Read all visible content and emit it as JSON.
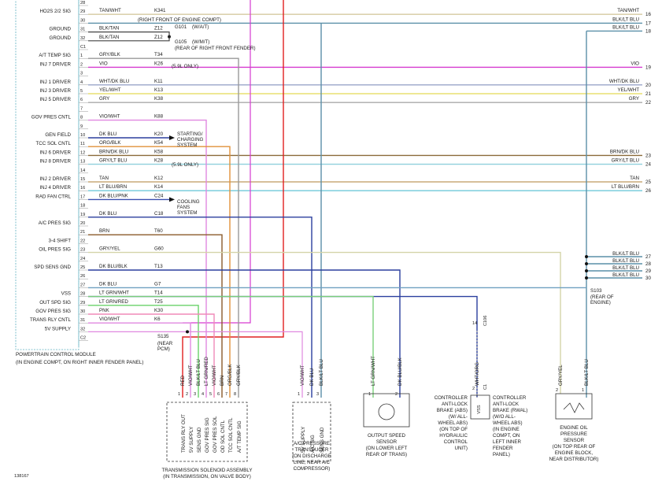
{
  "pcm": {
    "rows": [
      {
        "pin": "28",
        "label": "",
        "color": "",
        "circuit": "",
        "note": "",
        "end": "",
        "stroke": ""
      },
      {
        "pin": "29",
        "label": "HO2S 2/2 SIG",
        "color": "TAN/WHT",
        "circuit": "K341",
        "note": "(RIGHT FRONT OF ENGINE COMPT)",
        "end": "TAN/WHT",
        "endpin": "16",
        "stroke": "#d4c9a1"
      },
      {
        "pin": "30",
        "label": "",
        "color": "",
        "circuit": "",
        "note": "",
        "end": "BLK/LT BLU",
        "endpin": "17",
        "stroke": "#5a8fa8"
      },
      {
        "pin": "31",
        "label": "GROUND",
        "color": "BLK/TAN",
        "circuit": "Z12",
        "note": "",
        "end": "",
        "stroke": ""
      },
      {
        "pin": "32",
        "label": "GROUND",
        "color": "BLK/TAN",
        "circuit": "Z12",
        "note": "",
        "end": "",
        "stroke": ""
      },
      {
        "pin": "C1",
        "label": "",
        "color": "",
        "circuit": "",
        "note": "",
        "end": "",
        "stroke": ""
      },
      {
        "pin": "1",
        "label": "A/T TEMP SIG",
        "color": "GRY/BLK",
        "circuit": "T34",
        "note": "",
        "end": "",
        "stroke": "#9a9a9a"
      },
      {
        "pin": "2",
        "label": "INJ 7 DRIVER",
        "color": "VIO",
        "circuit": "K26",
        "note": "(5.9L ONLY)",
        "end": "VIO",
        "endpin": "19",
        "stroke": "#d63ad0"
      },
      {
        "pin": "3",
        "label": "",
        "color": "",
        "circuit": "",
        "note": "",
        "end": "",
        "stroke": ""
      },
      {
        "pin": "4",
        "label": "INJ 1 DRIVER",
        "color": "WHT/DK BLU",
        "circuit": "K11",
        "note": "",
        "end": "WHT/DK BLU",
        "endpin": "20",
        "stroke": "#9aa6c8"
      },
      {
        "pin": "5",
        "label": "INJ 3 DRIVER",
        "color": "YEL/WHT",
        "circuit": "K13",
        "note": "",
        "end": "YEL/WHT",
        "endpin": "21",
        "stroke": "#e8e070"
      },
      {
        "pin": "6",
        "label": "INJ 5 DRIVER",
        "color": "GRY",
        "circuit": "K38",
        "note": "",
        "end": "GRY",
        "endpin": "22",
        "stroke": "#aaaaaa"
      },
      {
        "pin": "7",
        "label": "",
        "color": "",
        "circuit": "",
        "note": "",
        "end": "",
        "stroke": ""
      },
      {
        "pin": "8",
        "label": "GOV PRES CNTL",
        "color": "VIO/WHT",
        "circuit": "K88",
        "note": "",
        "end": "",
        "stroke": "#e088e0"
      },
      {
        "pin": "9",
        "label": "",
        "color": "",
        "circuit": "",
        "note": "",
        "end": "",
        "stroke": ""
      },
      {
        "pin": "10",
        "label": "GEN FIELD",
        "color": "DK BLU",
        "circuit": "K20",
        "note": "",
        "end": "",
        "stroke": "#2b3f9e"
      },
      {
        "pin": "11",
        "label": "TCC SOL CNTL",
        "color": "ORG/BLK",
        "circuit": "K54",
        "note": "",
        "end": "",
        "stroke": "#e0913a"
      },
      {
        "pin": "12",
        "label": "INJ 6 DRIVER",
        "color": "BRN/DK BLU",
        "circuit": "K58",
        "note": "",
        "end": "BRN/DK BLU",
        "endpin": "23",
        "stroke": "#8a6a3a"
      },
      {
        "pin": "13",
        "label": "INJ 8 DRIVER",
        "color": "GRY/LT BLU",
        "circuit": "K28",
        "note": "(5.9L ONLY)",
        "end": "GRY/LT BLU",
        "endpin": "24",
        "stroke": "#8fd0dc"
      },
      {
        "pin": "14",
        "label": "",
        "color": "",
        "circuit": "",
        "note": "",
        "end": "",
        "stroke": ""
      },
      {
        "pin": "15",
        "label": "INJ 2 DRIVER",
        "color": "TAN",
        "circuit": "K12",
        "note": "",
        "end": "TAN",
        "endpin": "25",
        "stroke": "#c8aa78"
      },
      {
        "pin": "16",
        "label": "INJ 4 DRIVER",
        "color": "LT BLU/BRN",
        "circuit": "K14",
        "note": "",
        "end": "LT BLU/BRN",
        "endpin": "26",
        "stroke": "#6fc8d8"
      },
      {
        "pin": "17",
        "label": "RAD FAN CTRL",
        "color": "DK BLU/PNK",
        "circuit": "C24",
        "note": "",
        "end": "",
        "stroke": "#3b4fb0"
      },
      {
        "pin": "18",
        "label": "",
        "color": "",
        "circuit": "",
        "note": "",
        "end": "",
        "stroke": ""
      },
      {
        "pin": "19",
        "label": "",
        "color": "DK BLU",
        "circuit": "C18",
        "note": "",
        "end": "",
        "stroke": "#2b3f9e"
      },
      {
        "pin": "20",
        "label": "A/C PRES SIG",
        "color": "",
        "circuit": "",
        "note": "",
        "end": "",
        "stroke": "#2b3f9e"
      },
      {
        "pin": "21",
        "label": "",
        "color": "BRN",
        "circuit": "T60",
        "note": "",
        "end": "",
        "stroke": "#8a5a2a"
      },
      {
        "pin": "22",
        "label": "3-4 SHIFT",
        "color": "",
        "circuit": "",
        "note": "",
        "end": "",
        "stroke": ""
      },
      {
        "pin": "23",
        "label": "OIL PRES SIG",
        "color": "GRY/YEL",
        "circuit": "G60",
        "note": "",
        "end": "",
        "stroke": "#d4d4a8"
      },
      {
        "pin": "24",
        "label": "",
        "color": "",
        "circuit": "",
        "note": "",
        "end": "",
        "stroke": ""
      },
      {
        "pin": "25",
        "label": "SPD SENS GND",
        "color": "DK BLU/BLK",
        "circuit": "T13",
        "note": "",
        "end": "",
        "stroke": "#2b3f9e"
      },
      {
        "pin": "26",
        "label": "",
        "color": "",
        "circuit": "",
        "note": "",
        "end": "",
        "stroke": ""
      },
      {
        "pin": "27",
        "label": "",
        "color": "DK BLU",
        "circuit": "G7",
        "note": "",
        "end": "",
        "stroke": "#2b3f9e"
      },
      {
        "pin": "28",
        "label": "VSS",
        "color": "LT GRN/WHT",
        "circuit": "T14",
        "note": "",
        "end": "",
        "stroke": "#7ad07a"
      },
      {
        "pin": "29",
        "label": "OUT SPD SIG",
        "color": "LT GRN/RED",
        "circuit": "T25",
        "note": "",
        "end": "",
        "stroke": "#6ad26a"
      },
      {
        "pin": "30",
        "label": "GOV PRES SIG",
        "color": "PNK",
        "circuit": "K30",
        "note": "",
        "end": "",
        "stroke": "#f08ab8"
      },
      {
        "pin": "31",
        "label": "TRANS RLY CNTL",
        "color": "VIO/WHT",
        "circuit": "K6",
        "note": "",
        "end": "",
        "stroke": "#e088e0"
      },
      {
        "pin": "32",
        "label": "5V SUPPLY",
        "color": "",
        "circuit": "",
        "note": "",
        "end": "",
        "stroke": ""
      },
      {
        "pin": "C2",
        "label": "",
        "color": "",
        "circuit": "",
        "note": "",
        "end": "",
        "stroke": ""
      }
    ],
    "name": "POWERTRAIN CONTROL MODULE",
    "location": "(IN ENGINE COMPT, ON RIGHT INNER FENDER PANEL)"
  },
  "grounds": {
    "g101": "G101",
    "g101_note": "(W/A/T)",
    "g105": "G105",
    "g105_note": "(W/M/T)",
    "g105_loc": "(REAR OF RIGHT FRONT FENDER)"
  },
  "arrows": {
    "starting": "STARTING/ CHARGING SYSTEM",
    "cooling": "COOLING FANS SYSTEM"
  },
  "right_block": [
    {
      "color": "BLK/LT BLU",
      "pin": "27"
    },
    {
      "color": "BLK/LT BLU",
      "pin": "28"
    },
    {
      "color": "BLK/LT BLU",
      "pin": "29"
    },
    {
      "color": "BLK/LT BLU",
      "pin": "30"
    }
  ],
  "splices": {
    "s103": "S103",
    "s103_loc": "(REAR OF ENGINE)",
    "s135": "S135",
    "s135_loc": "(NEAR PCM)"
  },
  "solenoid": {
    "wires": [
      "RED",
      "VIO/WHT",
      "BLK/LT BLU",
      "LT GRN/RED",
      "VIO/WHT",
      "BRN",
      "ORG/BLK",
      "GRY/BLK"
    ],
    "pins": [
      "1",
      "2",
      "3",
      "4",
      "5",
      "6",
      "7",
      "8"
    ],
    "terms": [
      "TRANS RLY OUT",
      "5V SUPPLY",
      "SENS GND",
      "GOV PRES SIG",
      "GOV PRES SOL",
      "OD SOL CNTL",
      "TCC SOL CNTL",
      "A/T TEMP SIG"
    ],
    "name": "TRANSMISSION SOLENOID ASSEMBLY",
    "loc": "(IN TRANSMISSION, ON VALVE BODY)"
  },
  "ac_sensor": {
    "wires": [
      "VIO/WHT",
      "DK BLU",
      "BLK/LT BLU"
    ],
    "pins": [
      "1",
      "2",
      "3"
    ],
    "terms": [
      "5V SUPPLY",
      "A/C SIG",
      "SENS GND"
    ],
    "name": "A/C PRESSURE TRANSDUCER",
    "loc": "(ON DISCHARGE LINE, NEAR A/C COMPRESSOR)"
  },
  "output_sensor": {
    "wires": [
      "LT GRN/WHT",
      "DK BLU/BLK"
    ],
    "pins": [
      "1",
      "2"
    ],
    "name": "OUTPUT SPEED SENSOR",
    "loc": "(ON LOWER LEFT REAR OF TRANS)"
  },
  "vss": {
    "wire": "WHT/ORG",
    "pin_top": "14",
    "conn_top": "C106",
    "pin_bot": "2",
    "conn_bot": "C1",
    "box": "VSS",
    "left_text": "CONTROLLER ANTI-LOCK BRAKE (ABS) (W/ ALL-WHEEL ABS) (ON TOP OF HYDRAULIC CONTROL UNIT)",
    "right_text": "CONTROLLER ANTI-LOCK BRAKE (RWAL) (W/O ALL-WHEEL ABS) (IN ENGINE COMPT, ON LEFT INNER FENDER PANEL)"
  },
  "oil_sensor": {
    "wires": [
      "GRY/YEL",
      "BLK/LT BLU"
    ],
    "pins": [
      "2",
      "1"
    ],
    "name": "ENGINE OIL PRESSURE SENSOR",
    "loc": "(ON TOP REAR OF ENGINE BLOCK, NEAR DISTRIBUTOR)"
  },
  "figure_id": "138167"
}
